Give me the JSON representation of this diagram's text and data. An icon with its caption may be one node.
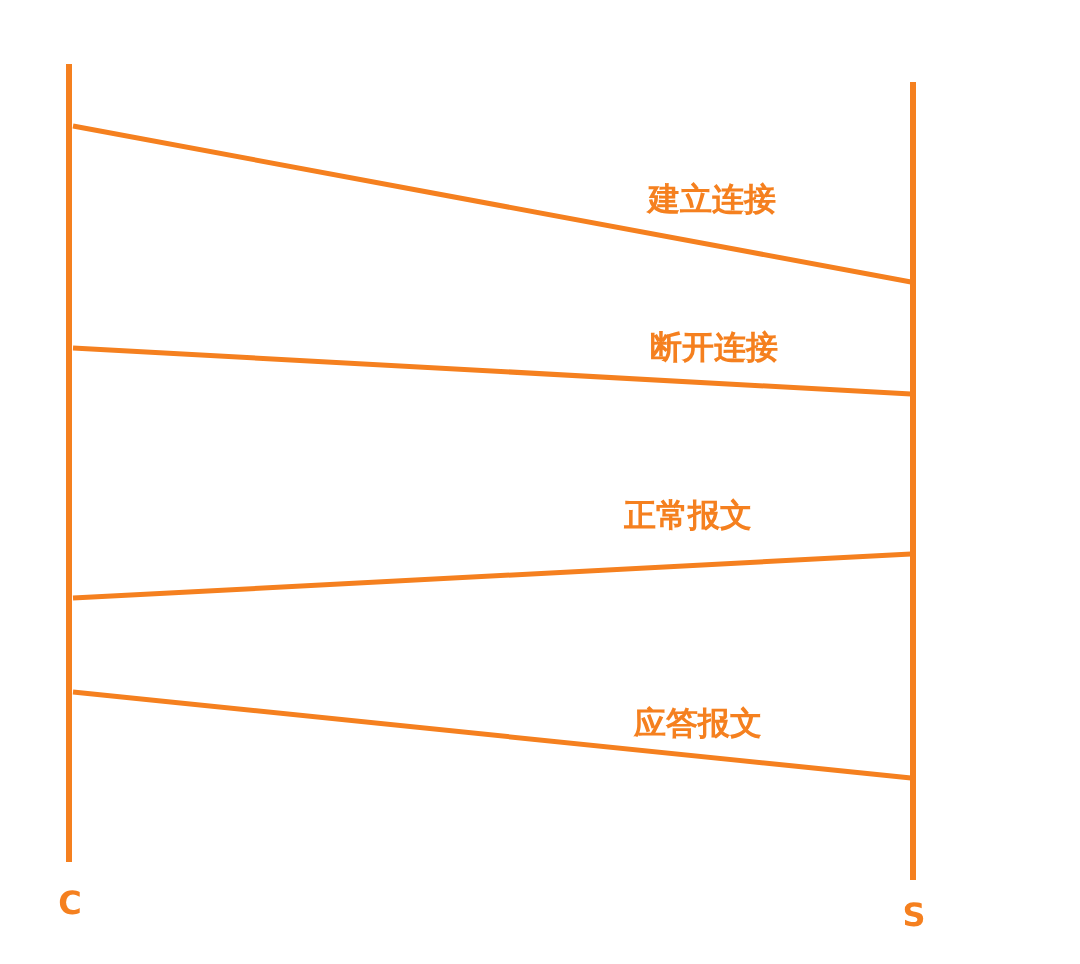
{
  "diagram": {
    "nodes": [
      {
        "text": [
          "C"
        ]
      },
      {
        "text": [
          "S"
        ]
      }
    ],
    "edges": [
      {
        "from": 0,
        "to": 1,
        "arrow": "none",
        "label": "建立连接"
      },
      {
        "from": 0,
        "to": 1,
        "arrow": "none",
        "label": "断开连接"
      },
      {
        "from": 0,
        "to": 1,
        "arrow": "none",
        "label": "正常报文"
      },
      {
        "from": 0,
        "to": 1,
        "arrow": "none",
        "label": "应答报文"
      }
    ]
  }
}
